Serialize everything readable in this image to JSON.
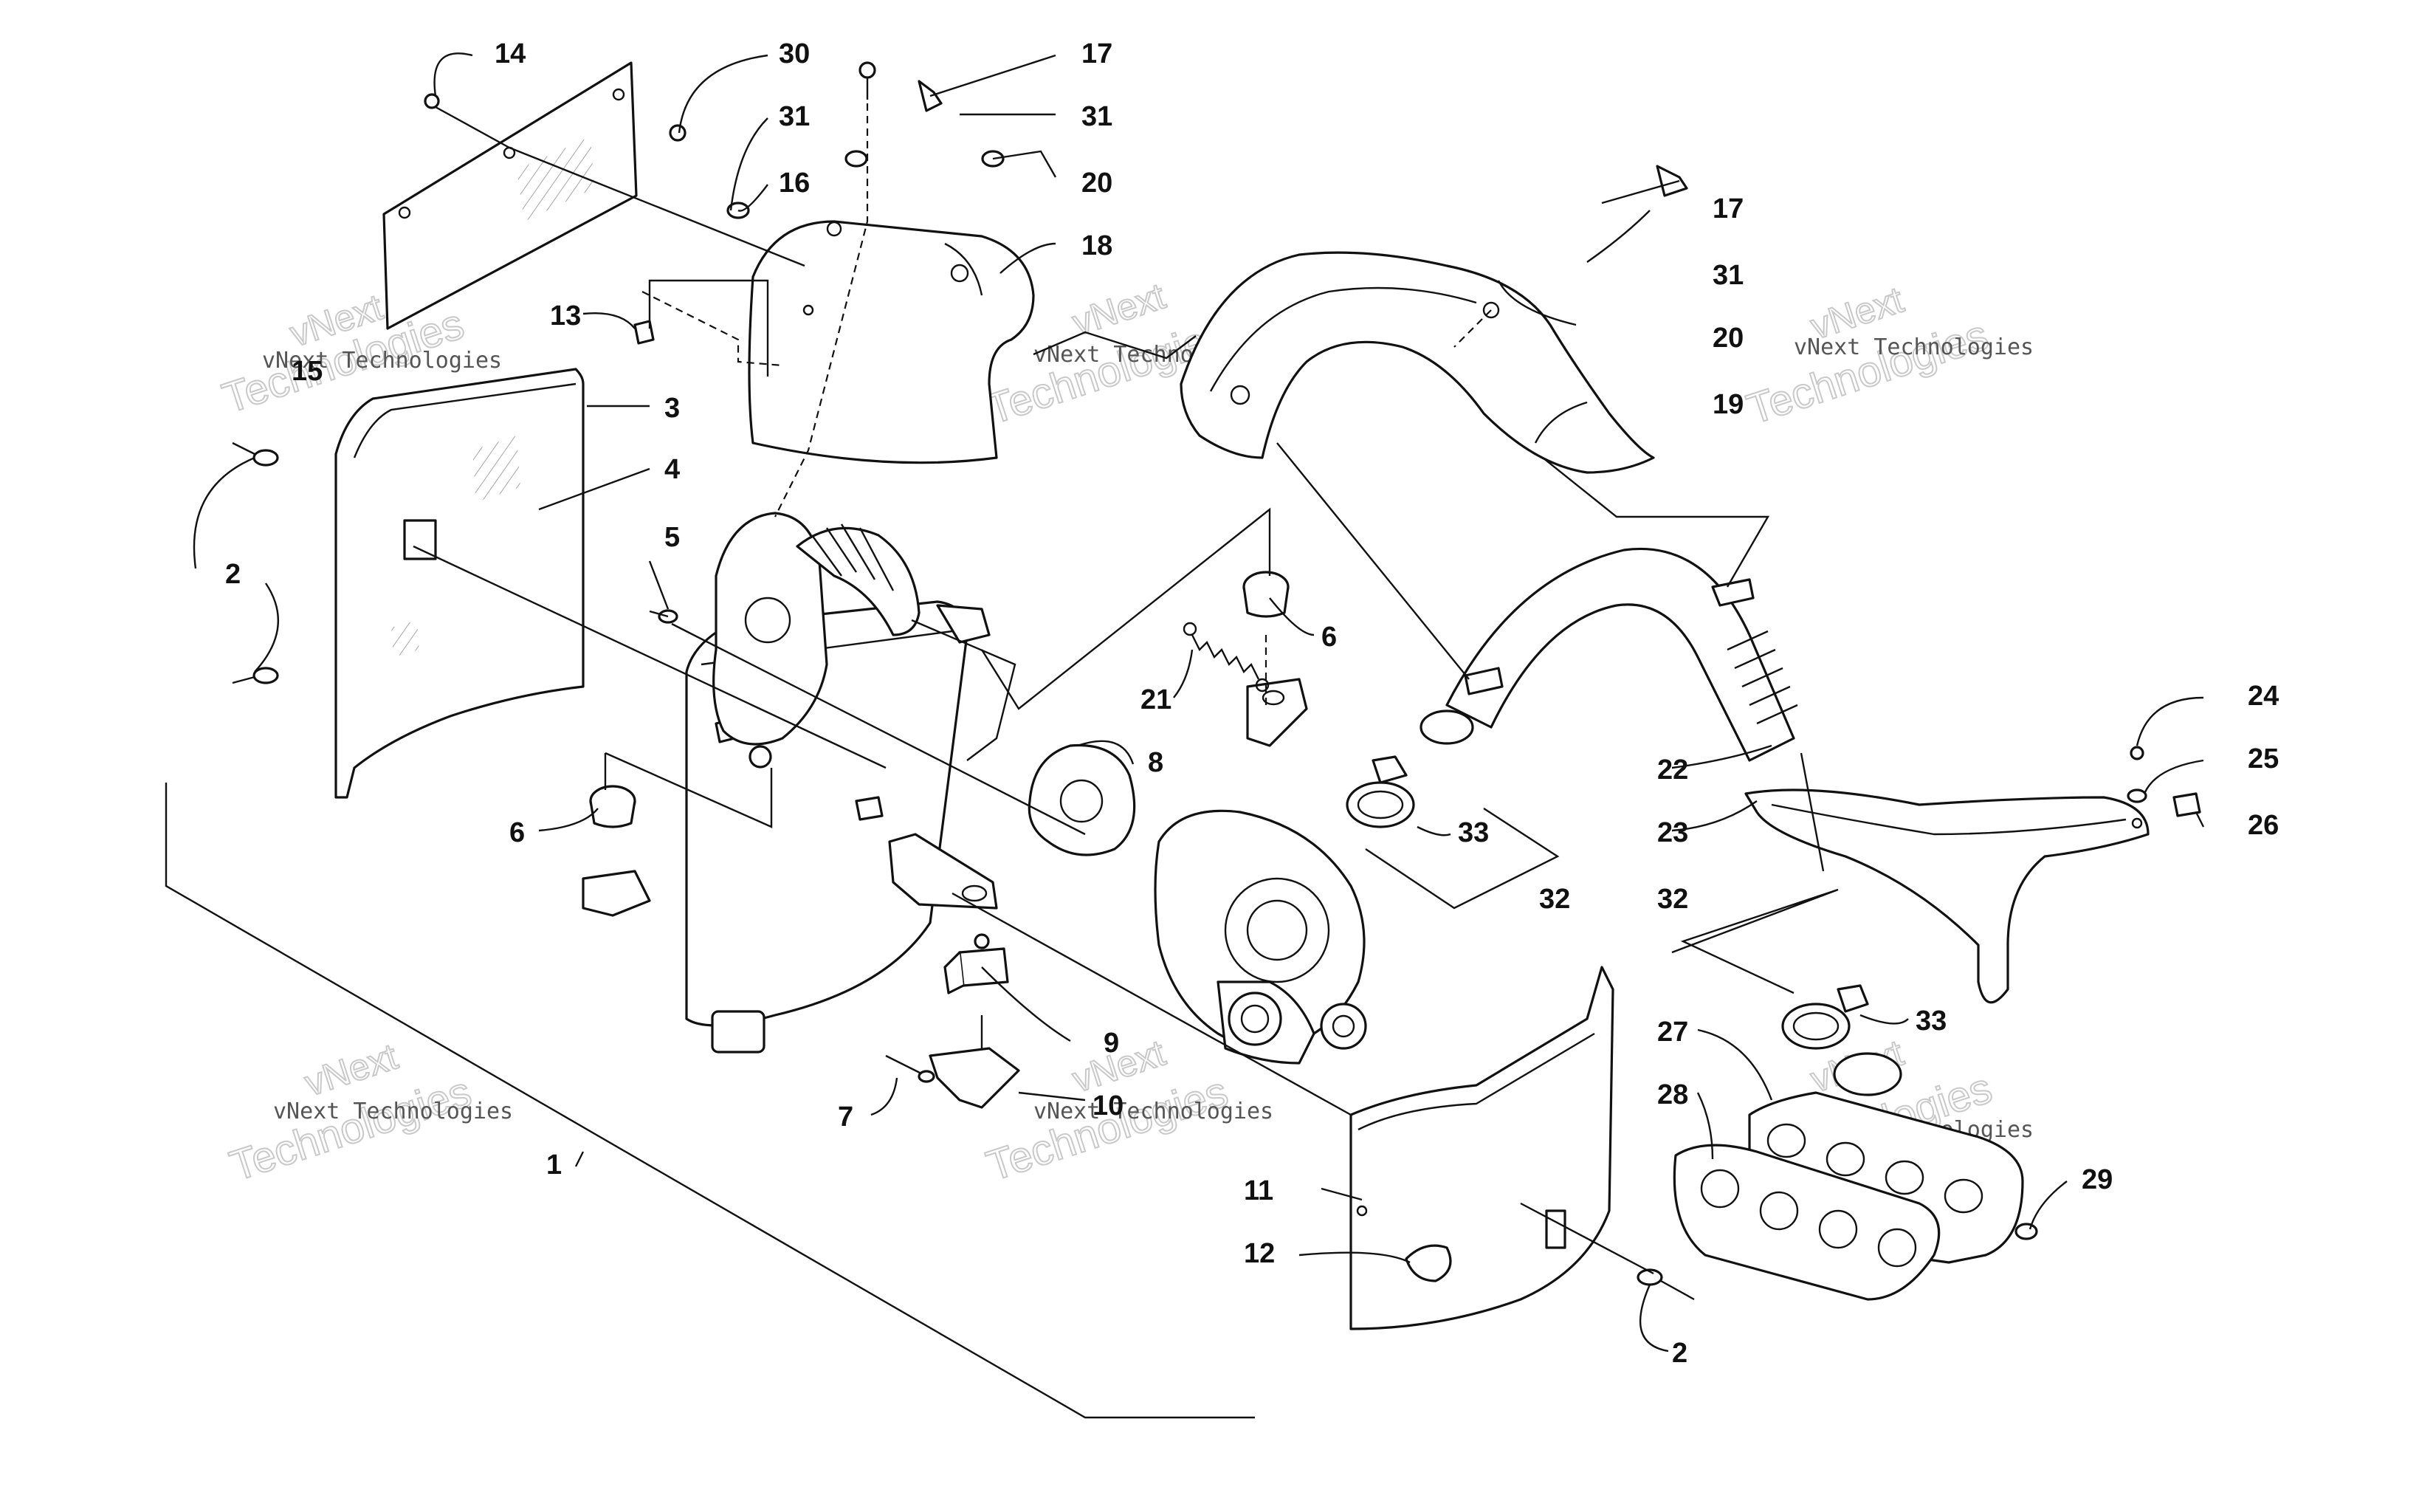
{
  "watermark": {
    "small": "vNext Technologies",
    "big_line1": "vNext",
    "big_line2": "Technologies"
  },
  "callouts": {
    "c1": "1",
    "c2a": "2",
    "c2b": "2",
    "c3": "3",
    "c4": "4",
    "c5": "5",
    "c6a": "6",
    "c6b": "6",
    "c7": "7",
    "c8": "8",
    "c9": "9",
    "c10": "10",
    "c11": "11",
    "c12": "12",
    "c13": "13",
    "c14": "14",
    "c15": "15",
    "c16": "16",
    "c17a": "17",
    "c17b": "17",
    "c18": "18",
    "c19": "19",
    "c20a": "20",
    "c20b": "20",
    "c21": "21",
    "c22": "22",
    "c23": "23",
    "c24": "24",
    "c25": "25",
    "c26": "26",
    "c27": "27",
    "c28": "28",
    "c29": "29",
    "c30": "30",
    "c31a": "31",
    "c31b": "31",
    "c31c": "31",
    "c32a": "32",
    "c32b": "32",
    "c33a": "33",
    "c33b": "33"
  }
}
